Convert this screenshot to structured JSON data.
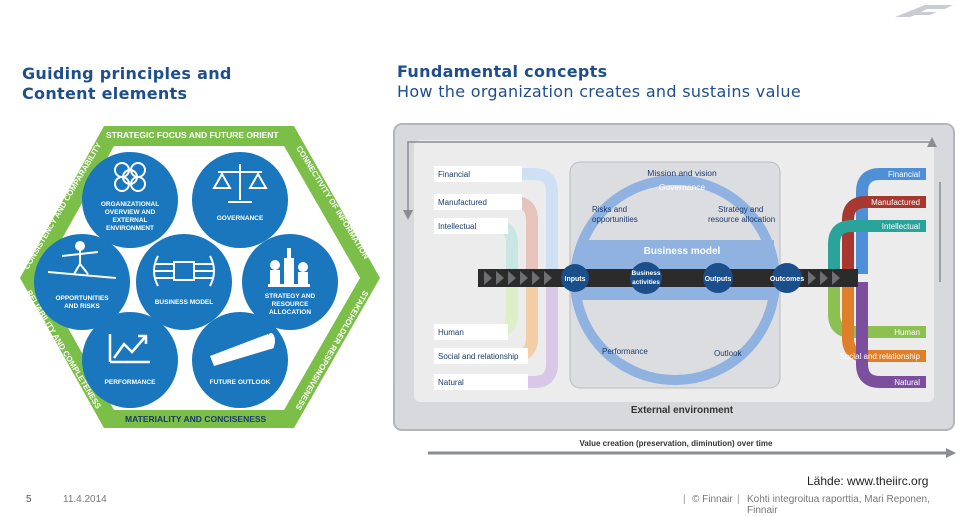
{
  "header": {
    "left_title_line1": "Guiding principles and",
    "left_title_line2": "Content elements",
    "right_title": "Fundamental concepts",
    "right_subtitle": "How the organization creates and sustains value"
  },
  "hexagon": {
    "edges": {
      "top": "STRATEGIC FOCUS AND FUTURE ORIENTATION",
      "upper_right": "CONNECTIVITY OF INFORMATION",
      "lower_right": "STAKEHOLDER RESPONSIVENESS",
      "bottom": "MATERIALITY AND CONCISENESS",
      "lower_left": "RELIABILITY AND COMPLETENESS",
      "upper_left": "CONSISTENCY AND COMPARABILITY"
    },
    "elements": [
      {
        "label1": "ORGANIZATIONAL",
        "label2": "OVERVIEW AND",
        "label3": "EXTERNAL",
        "label4": "ENVIRONMENT",
        "icon": "network-rings-icon"
      },
      {
        "label1": "GOVERNANCE",
        "icon": "scales-icon"
      },
      {
        "label1": "OPPORTUNITIES",
        "label2": "AND RISKS",
        "icon": "tightrope-walker-icon"
      },
      {
        "label1": "BUSINESS MODEL",
        "icon": "business-model-icon"
      },
      {
        "label1": "STRATEGY AND",
        "label2": "RESOURCE",
        "label3": "ALLOCATION",
        "icon": "chess-pieces-icon"
      },
      {
        "label1": "PERFORMANCE",
        "icon": "rising-chart-icon"
      },
      {
        "label1": "FUTURE OUTLOOK",
        "icon": "telescope-icon"
      }
    ]
  },
  "value_diagram": {
    "capitals_left": [
      "Financial",
      "Manufactured",
      "Intellectual",
      "Human",
      "Social and relationship",
      "Natural"
    ],
    "capitals_right": [
      "Financial",
      "Manufactured",
      "Intellectual",
      "Human",
      "Social and relationship",
      "Natural"
    ],
    "mission": "Mission and vision",
    "governance": "Governance",
    "risks_line1": "Risks and",
    "risks_line2": "opportunities",
    "strategy_line1": "Strategy and",
    "strategy_line2": "resource allocation",
    "business_model": "Business model",
    "inputs": "Inputs",
    "activities_line1": "Business",
    "activities_line2": "activities",
    "outputs": "Outputs",
    "outcomes": "Outcomes",
    "performance": "Performance",
    "outlook": "Outlook",
    "external": "External environment",
    "timeline": "Value creation (preservation, diminution) over time",
    "colors": {
      "financial": "#4f8fd6",
      "manufactured": "#a8372f",
      "intellectual": "#2aa39a",
      "human": "#8cc152",
      "social": "#e07f2a",
      "natural": "#7b4e9e"
    }
  },
  "footer": {
    "source": "Lähde: www.theiirc.org",
    "page_number": "5",
    "date": "11.4.2014",
    "copyright": "©  Finnair",
    "presentation": "Kohti integroitua raporttia, Mari Reponen, Finnair",
    "separator": "|"
  }
}
